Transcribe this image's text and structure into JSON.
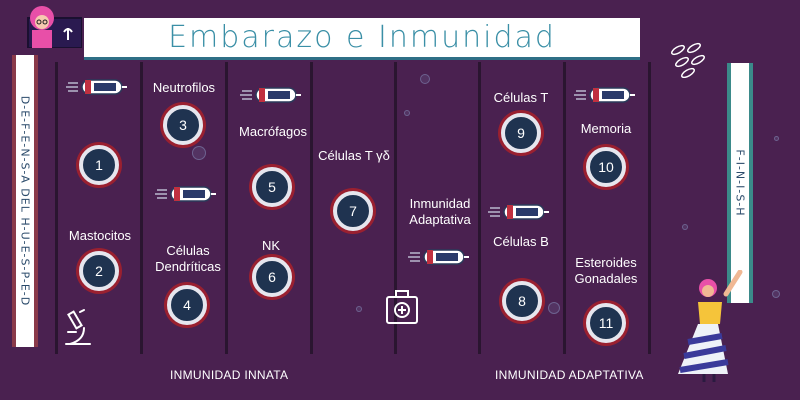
{
  "title": "Embarazo e Inmunidad",
  "left_panel_text": "D-E-F-E-N-S-A DEL H-U-E-S-P-E-D",
  "right_panel_text": "F-I-N-I-S-H",
  "sections": {
    "innate": "INMUNIDAD INNATA",
    "adaptive": "INMUNIDAD ADAPTATIVA"
  },
  "items": [
    {
      "number": "1",
      "label": ""
    },
    {
      "number": "2",
      "label": "Mastocitos"
    },
    {
      "number": "3",
      "label": "Neutrofilos"
    },
    {
      "number": "4",
      "label": "Células Dendríticas"
    },
    {
      "number": "5",
      "label": "Macrófagos"
    },
    {
      "number": "6",
      "label": "NK"
    },
    {
      "number": "7",
      "label": "Células T γδ"
    },
    {
      "number": "8",
      "label": "Células B"
    },
    {
      "number": "9",
      "label": "Células T"
    },
    {
      "number": "10",
      "label": "Memoria"
    },
    {
      "number": "11",
      "label": "Esteroides Gonadales"
    }
  ],
  "extra_labels": {
    "inmunidad_adaptativa": "Inmunidad Adaptativa"
  },
  "colors": {
    "background": "#4a2150",
    "title": "#3a8fa6",
    "circle_fill": "#1f3350",
    "circle_ring": "#9a2030"
  },
  "icons": [
    "pill-icon",
    "microscope-icon",
    "medical-kit-icon",
    "avatar-icon",
    "pills-cluster-icon",
    "woman-figure-icon"
  ]
}
